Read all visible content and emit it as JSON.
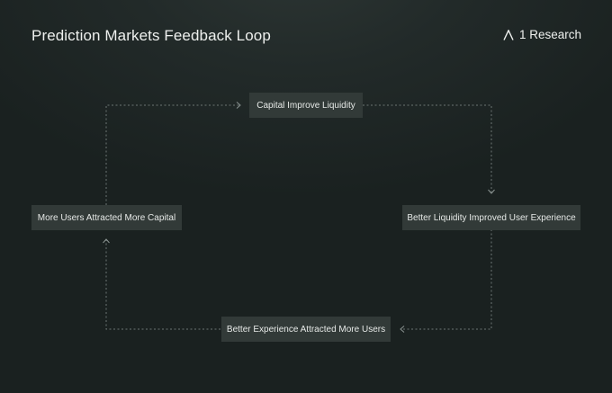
{
  "header": {
    "title": "Prediction Markets Feedback Loop",
    "brand": "1 Research"
  },
  "nodes": {
    "top": "Capital Improve Liquidity",
    "right": "Better Liquidity Improved User Experience",
    "bottom": "Better Experience Attracted More Users",
    "left": "More Users Attracted More Capital"
  },
  "colors": {
    "background": "#1a2120",
    "node_fill": "#323a38",
    "connector": "#6c7573",
    "text": "#eef0ee"
  }
}
